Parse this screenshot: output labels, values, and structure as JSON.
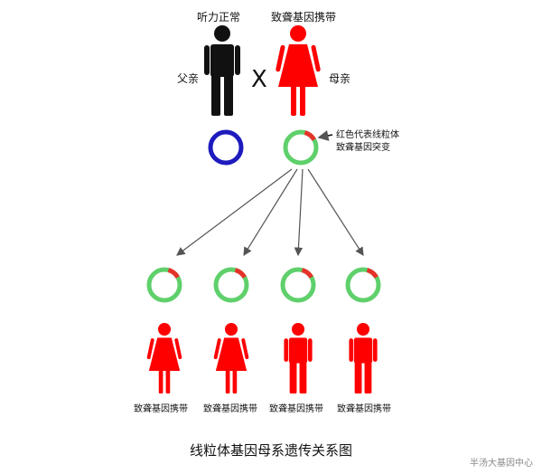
{
  "labels": {
    "father_top": "听力正常",
    "mother_top": "致聋基因携带",
    "father": "父亲",
    "mother": "母亲",
    "cross": "X",
    "note_line1": "红色代表线粒体",
    "note_line2": "致聋基因突变"
  },
  "children": [
    {
      "sex": "female",
      "label": "致聋基因携带"
    },
    {
      "sex": "female",
      "label": "致聋基因携带"
    },
    {
      "sex": "male",
      "label": "致聋基因携带"
    },
    {
      "sex": "male",
      "label": "致聋基因携带"
    }
  ],
  "title": "线粒体基因母系遗传关系图",
  "watermark": "半汤大基因中心",
  "colors": {
    "father_figure": "#111111",
    "mother_figure": "#ff0000",
    "father_mito": "#1d1bbd",
    "mito_ring": "#5fd06b",
    "mutation": "#e5332a",
    "arrow": "#555555"
  }
}
